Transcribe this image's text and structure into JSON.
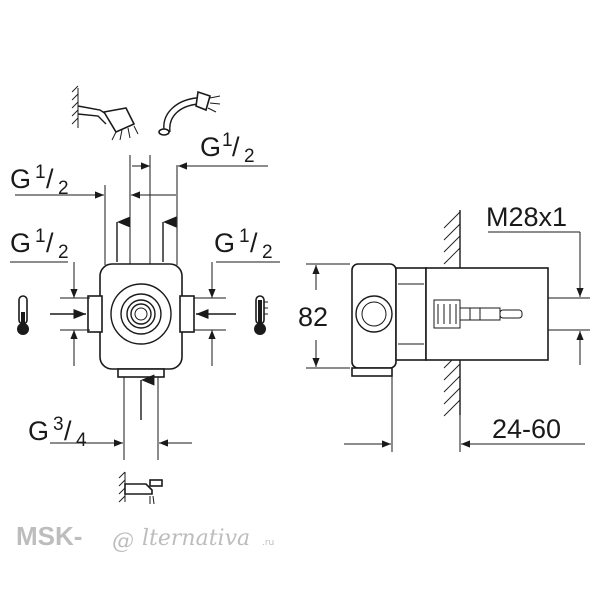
{
  "labels": {
    "top_right_thread": "G",
    "top_right_frac": "1/2",
    "top_left_thread": "G",
    "top_left_frac": "1/2",
    "mid_left_thread": "G",
    "mid_left_frac": "1/2",
    "mid_right_thread": "G",
    "mid_right_frac": "1/2",
    "bottom_thread": "G",
    "bottom_frac": "3/4",
    "thread_size": "M28x1",
    "height": "82",
    "wall_depth": "24-60"
  },
  "watermark": {
    "brand_prefix": "MSK-",
    "brand_at": "@",
    "brand_suffix": "lternativa",
    "brand_tld": ".ru"
  },
  "icons": [
    "shower-head-icon",
    "hand-shower-icon",
    "bath-spout-icon",
    "thermometer-cold-icon",
    "thermometer-hot-icon"
  ]
}
